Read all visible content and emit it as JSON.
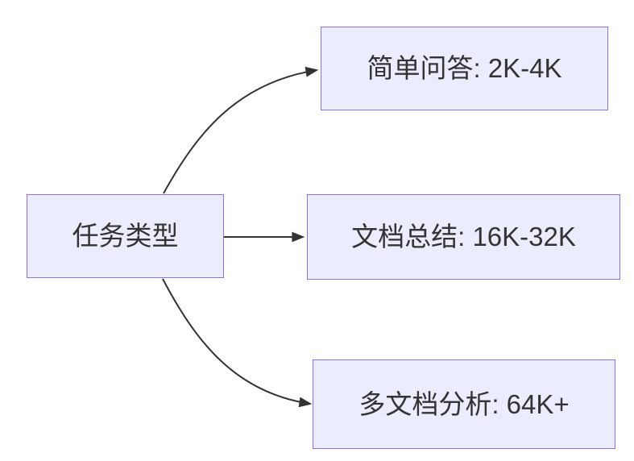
{
  "diagram": {
    "type": "flowchart",
    "direction": "left-to-right",
    "colors": {
      "node_fill": "#ECECFF",
      "node_border": "#9370DB",
      "text": "#333333",
      "edge": "#333333",
      "background": "#FFFFFF"
    },
    "root": {
      "id": "task-type",
      "label": "任务类型"
    },
    "children": [
      {
        "id": "simple-qa",
        "label": "简单问答: 2K-4K"
      },
      {
        "id": "doc-summary",
        "label": "文档总结: 16K-32K"
      },
      {
        "id": "multi-doc",
        "label": "多文档分析: 64K+"
      }
    ],
    "edges": [
      {
        "from": "task-type",
        "to": "simple-qa"
      },
      {
        "from": "task-type",
        "to": "doc-summary"
      },
      {
        "from": "task-type",
        "to": "multi-doc"
      }
    ]
  }
}
